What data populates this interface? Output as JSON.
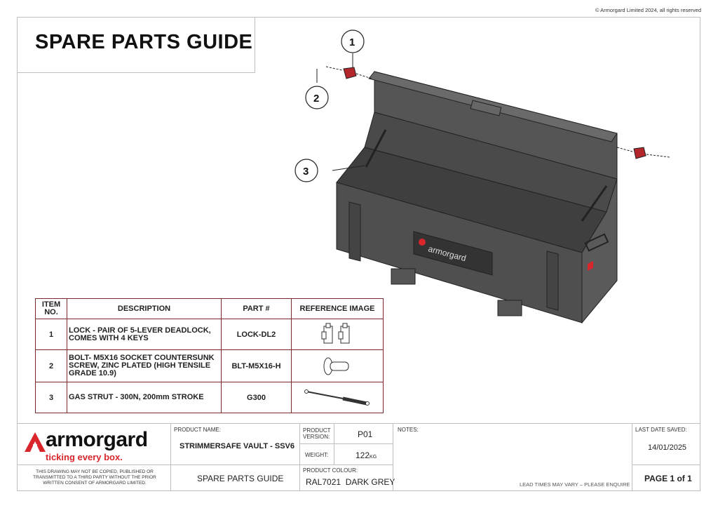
{
  "copyright": "© Armorgard Limited 2024, all rights reserved",
  "title": "SPARE PARTS GUIDE",
  "callouts": [
    "1",
    "2",
    "3"
  ],
  "drawing_logo_text": "armorgard",
  "table": {
    "headers": {
      "item": "ITEM NO.",
      "description": "DESCRIPTION",
      "part": "PART #",
      "image": "REFERENCE IMAGE"
    },
    "rows": [
      {
        "item": "1",
        "description": "LOCK - PAIR OF 5-LEVER DEADLOCK, COMES WITH 4 KEYS",
        "part": "LOCK-DL2",
        "icon": "lock-pair-icon"
      },
      {
        "item": "2",
        "description": "BOLT- M5X16 SOCKET COUNTERSUNK SCREW, ZINC PLATED (HIGH TENSILE GRADE 10.9)",
        "part": "BLT-M5X16-H",
        "icon": "bolt-icon"
      },
      {
        "item": "3",
        "description": "GAS STRUT - 300N, 200mm STROKE",
        "part": "G300",
        "icon": "gas-strut-icon"
      }
    ]
  },
  "titleblock": {
    "logo_word": "armorgard",
    "tagline": "ticking every box.",
    "disclaimer": "THIS DRAWING MAY NOT BE COPIED, PUBLISHED OR TRANSMITTED TO A THIRD PARTY WITHOUT THE PRIOR WRITTEN CONSENT OF ARMORGARD LIMITED.",
    "product_name_label": "PRODUCT NAME:",
    "product_name": "STRIMMERSAFE VAULT - SSV6",
    "doc_title": "SPARE PARTS GUIDE",
    "version_label": "PRODUCT VERSION:",
    "version": "P01",
    "weight_label": "WEIGHT:",
    "weight": "122",
    "weight_unit": "KG",
    "colour_label": "PRODUCT COLOUR:",
    "colour": "RAL7021  DARK GREY",
    "notes_label": "NOTES:",
    "lead_times": "LEAD TIMES MAY VARY – PLEASE ENQUIRE",
    "saved_label": "LAST DATE SAVED:",
    "saved_date": "14/01/2025",
    "page": "PAGE 1 of 1"
  },
  "colors": {
    "accent": "#d9262c",
    "border": "#7a2a2a",
    "box": "#4a4a4a"
  }
}
